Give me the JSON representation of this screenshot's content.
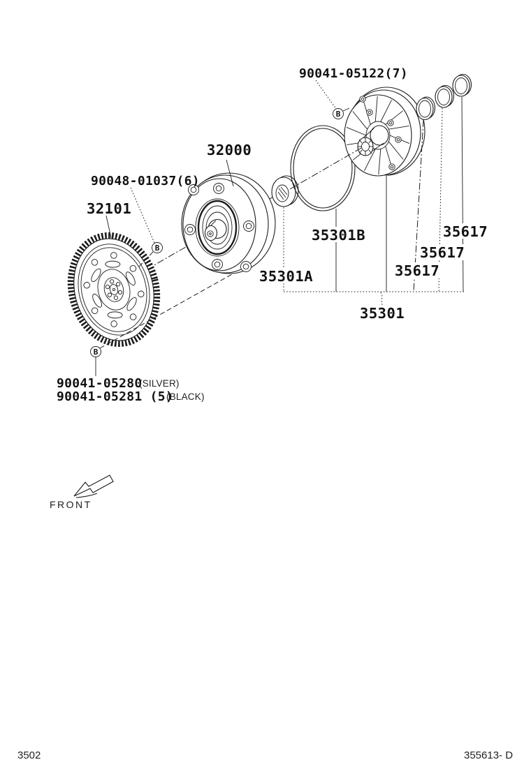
{
  "colors": {
    "line": "#1c1c1c",
    "background": "#ffffff"
  },
  "callouts": {
    "pump_bolt_part": "90041-05122(7)",
    "torque_converter_part": "32000",
    "flywheel_bolt_part": "90048-01037(6)",
    "flywheel_part": "32101",
    "oring_part": "35301B",
    "oil_seal_part": "35301A",
    "snap_rings": [
      "35617",
      "35617",
      "35617"
    ],
    "oil_pump_part": "35301",
    "converter_bolt_silver": "90041-05280",
    "converter_bolt_silver_finish": "(SILVER)",
    "converter_bolt_black": "90041-05281 (5)",
    "converter_bolt_black_finish": "(BLACK)",
    "bolt_marker": "B"
  },
  "annotations": {
    "front_label": "FRONT"
  },
  "footer": {
    "left_code": "3502",
    "right_code": "355613- D"
  }
}
